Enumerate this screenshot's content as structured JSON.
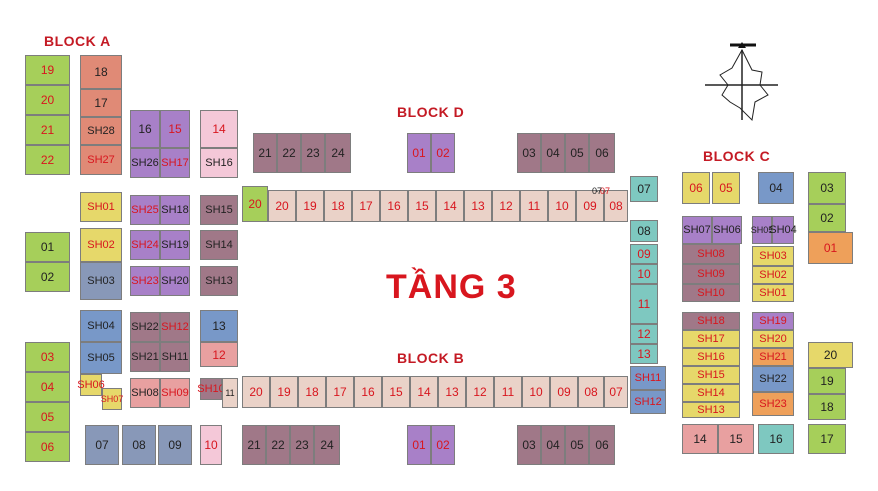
{
  "floor_label": "TẦNG 3",
  "blocks": {
    "a": "BLOCK A",
    "b": "BLOCK B",
    "c": "BLOCK C",
    "d": "BLOCK D"
  },
  "colors": {
    "green": "#a6cf5a",
    "salmon": "#e08a76",
    "pink": "#d48aa8",
    "purple": "#a880c8",
    "blue": "#7898c8",
    "steel": "#8898b8",
    "mauve": "#a07888",
    "yellow": "#e6d86a",
    "orange": "#eea05a",
    "teal": "#7ec8c0",
    "rose": "#e8a0a0",
    "lightpink": "#f4c8d8",
    "corridor": "#ececec",
    "beige": "#ead2c8",
    "red_text": "#d8161e"
  },
  "units": [
    {
      "label": "19",
      "color": "green"
    },
    {
      "label": "20",
      "color": "green"
    },
    {
      "label": "21",
      "color": "green"
    },
    {
      "label": "22",
      "color": "green"
    },
    {
      "label": "01",
      "color": "green"
    },
    {
      "label": "02",
      "color": "green"
    },
    {
      "label": "03",
      "color": "green"
    },
    {
      "label": "04",
      "color": "green"
    },
    {
      "label": "05",
      "color": "green"
    },
    {
      "label": "06",
      "color": "green"
    },
    {
      "label": "18",
      "color": "salmon"
    },
    {
      "label": "17",
      "color": "salmon"
    },
    {
      "label": "SH28",
      "color": "salmon"
    },
    {
      "label": "SH27",
      "color": "salmon"
    },
    {
      "label": "SH01",
      "color": "yellow"
    },
    {
      "label": "SH02",
      "color": "yellow"
    },
    {
      "label": "SH03",
      "color": "steel"
    },
    {
      "label": "SH04",
      "color": "blue"
    },
    {
      "label": "SH05",
      "color": "blue"
    },
    {
      "label": "SH06",
      "color": "yellow"
    },
    {
      "label": "SH07",
      "color": "yellow"
    },
    {
      "label": "SH08",
      "color": "rose"
    },
    {
      "label": "SH09",
      "color": "rose"
    },
    {
      "label": "07",
      "color": "steel"
    },
    {
      "label": "08",
      "color": "steel"
    },
    {
      "label": "09",
      "color": "steel"
    },
    {
      "label": "16",
      "color": "purple"
    },
    {
      "label": "15",
      "color": "purple"
    },
    {
      "label": "SH26",
      "color": "purple"
    },
    {
      "label": "SH17",
      "color": "purple"
    },
    {
      "label": "SH25",
      "color": "purple"
    },
    {
      "label": "SH18",
      "color": "purple"
    },
    {
      "label": "SH24",
      "color": "purple"
    },
    {
      "label": "SH19",
      "color": "purple"
    },
    {
      "label": "SH23",
      "color": "purple"
    },
    {
      "label": "SH20",
      "color": "purple"
    },
    {
      "label": "SH22",
      "color": "mauve"
    },
    {
      "label": "SH12",
      "color": "mauve"
    },
    {
      "label": "SH21",
      "color": "mauve"
    },
    {
      "label": "SH11",
      "color": "mauve"
    },
    {
      "label": "SH10",
      "color": "mauve"
    },
    {
      "label": "14",
      "color": "lightpink"
    },
    {
      "label": "SH16",
      "color": "lightpink"
    },
    {
      "label": "SH15",
      "color": "mauve"
    },
    {
      "label": "SH14",
      "color": "mauve"
    },
    {
      "label": "SH13",
      "color": "mauve"
    },
    {
      "label": "13",
      "color": "blue"
    },
    {
      "label": "12",
      "color": "rose"
    },
    {
      "label": "11",
      "color": "beige"
    },
    {
      "label": "10",
      "color": "lightpink"
    },
    {
      "label": "21",
      "color": "mauve"
    },
    {
      "label": "22",
      "color": "mauve"
    },
    {
      "label": "23",
      "color": "mauve"
    },
    {
      "label": "24",
      "color": "mauve"
    },
    {
      "label": "01",
      "color": "purple"
    },
    {
      "label": "02",
      "color": "purple"
    },
    {
      "label": "03",
      "color": "mauve"
    },
    {
      "label": "04",
      "color": "mauve"
    },
    {
      "label": "05",
      "color": "mauve"
    },
    {
      "label": "06",
      "color": "mauve"
    },
    {
      "label": "21",
      "color": "mauve"
    },
    {
      "label": "22",
      "color": "mauve"
    },
    {
      "label": "23",
      "color": "mauve"
    },
    {
      "label": "24",
      "color": "mauve"
    },
    {
      "label": "01",
      "color": "purple"
    },
    {
      "label": "02",
      "color": "purple"
    },
    {
      "label": "03",
      "color": "mauve"
    },
    {
      "label": "04",
      "color": "mauve"
    },
    {
      "label": "05",
      "color": "mauve"
    },
    {
      "label": "06",
      "color": "mauve"
    },
    {
      "label": "20",
      "color": "beige"
    },
    {
      "label": "19",
      "color": "beige"
    },
    {
      "label": "18",
      "color": "beige"
    },
    {
      "label": "17",
      "color": "beige"
    },
    {
      "label": "16",
      "color": "beige"
    },
    {
      "label": "15",
      "color": "beige"
    },
    {
      "label": "14",
      "color": "beige"
    },
    {
      "label": "13",
      "color": "beige"
    },
    {
      "label": "12",
      "color": "beige"
    },
    {
      "label": "11",
      "color": "beige"
    },
    {
      "label": "10",
      "color": "beige"
    },
    {
      "label": "09",
      "color": "beige"
    },
    {
      "label": "08",
      "color": "beige"
    },
    {
      "label": "07",
      "color": "beige"
    },
    {
      "label": "20",
      "color": "beige"
    },
    {
      "label": "19",
      "color": "beige"
    },
    {
      "label": "18",
      "color": "beige"
    },
    {
      "label": "17",
      "color": "beige"
    },
    {
      "label": "16",
      "color": "beige"
    },
    {
      "label": "15",
      "color": "beige"
    },
    {
      "label": "14",
      "color": "beige"
    },
    {
      "label": "13",
      "color": "beige"
    },
    {
      "label": "12",
      "color": "beige"
    },
    {
      "label": "11",
      "color": "beige"
    },
    {
      "label": "10",
      "color": "beige"
    },
    {
      "label": "09",
      "color": "beige"
    },
    {
      "label": "08",
      "color": "beige"
    },
    {
      "label": "07",
      "color": "beige"
    },
    {
      "label": "20",
      "color": "green"
    },
    {
      "label": "07",
      "color": "teal"
    },
    {
      "label": "07",
      "color": "teal"
    },
    {
      "label": "08",
      "color": "teal"
    },
    {
      "label": "09",
      "color": "teal"
    },
    {
      "label": "10",
      "color": "teal"
    },
    {
      "label": "11",
      "color": "teal"
    },
    {
      "label": "12",
      "color": "teal"
    },
    {
      "label": "13",
      "color": "teal"
    },
    {
      "label": "SH11",
      "color": "blue"
    },
    {
      "label": "SH12",
      "color": "blue"
    },
    {
      "label": "06",
      "color": "yellow"
    },
    {
      "label": "05",
      "color": "yellow"
    },
    {
      "label": "04",
      "color": "blue"
    },
    {
      "label": "03",
      "color": "green"
    },
    {
      "label": "02",
      "color": "green"
    },
    {
      "label": "01",
      "color": "orange"
    },
    {
      "label": "SH07",
      "color": "purple"
    },
    {
      "label": "SH06",
      "color": "purple"
    },
    {
      "label": "SH05",
      "color": "purple"
    },
    {
      "label": "SH04",
      "color": "purple"
    },
    {
      "label": "SH08",
      "color": "mauve"
    },
    {
      "label": "SH09",
      "color": "mauve"
    },
    {
      "label": "SH10",
      "color": "mauve"
    },
    {
      "label": "SH03",
      "color": "yellow"
    },
    {
      "label": "SH02",
      "color": "yellow"
    },
    {
      "label": "SH01",
      "color": "yellow"
    },
    {
      "label": "SH18",
      "color": "mauve"
    },
    {
      "label": "SH17",
      "color": "yellow"
    },
    {
      "label": "SH16",
      "color": "yellow"
    },
    {
      "label": "SH15",
      "color": "yellow"
    },
    {
      "label": "SH14",
      "color": "yellow"
    },
    {
      "label": "SH13",
      "color": "yellow"
    },
    {
      "label": "SH19",
      "color": "purple"
    },
    {
      "label": "SH20",
      "color": "yellow"
    },
    {
      "label": "SH21",
      "color": "orange"
    },
    {
      "label": "SH22",
      "color": "blue"
    },
    {
      "label": "SH23",
      "color": "orange"
    },
    {
      "label": "20",
      "color": "yellow"
    },
    {
      "label": "19",
      "color": "green"
    },
    {
      "label": "18",
      "color": "green"
    },
    {
      "label": "17",
      "color": "green"
    },
    {
      "label": "14",
      "color": "rose"
    },
    {
      "label": "15",
      "color": "rose"
    },
    {
      "label": "16",
      "color": "teal"
    }
  ]
}
